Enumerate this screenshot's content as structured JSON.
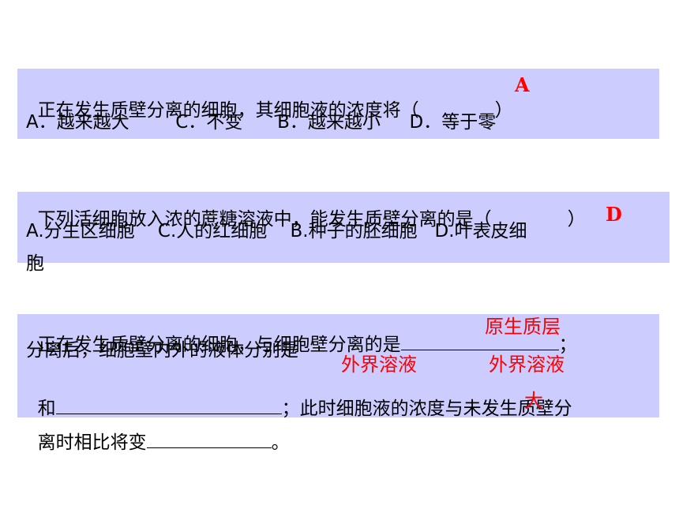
{
  "q1": {
    "stem_a": "正在发生质壁分离的细胞，其细胞液的浓度将（",
    "stem_b": "）",
    "options": "A．越来越大        C．不变      B．越来越小     D．等于零",
    "answer": "A"
  },
  "q2": {
    "stem_a": "下列活细胞放入浓的蔗糖溶液中，能发生质壁分离的是（",
    "stem_b": "）",
    "options": "A.分生区细胞    C.人的红细胞    B.种子的胚细胞   D.叶表皮细",
    "options_cont": "胞",
    "answer": "D"
  },
  "q3": {
    "line1_a": "正在发生质壁分离的细胞，与细胞壁分离的是",
    "line1_b": "；",
    "line2": "分离后，细胞壁内外的液体分别是",
    "line3_a": "和",
    "line3_b": "；此时细胞液的浓度与未发生质壁分",
    "line4_a": "离时相比将变",
    "line4_b": "。",
    "answer1": "原生质层",
    "answer2": "外界溶液",
    "answer3": "外界溶液",
    "answer4": "大"
  }
}
